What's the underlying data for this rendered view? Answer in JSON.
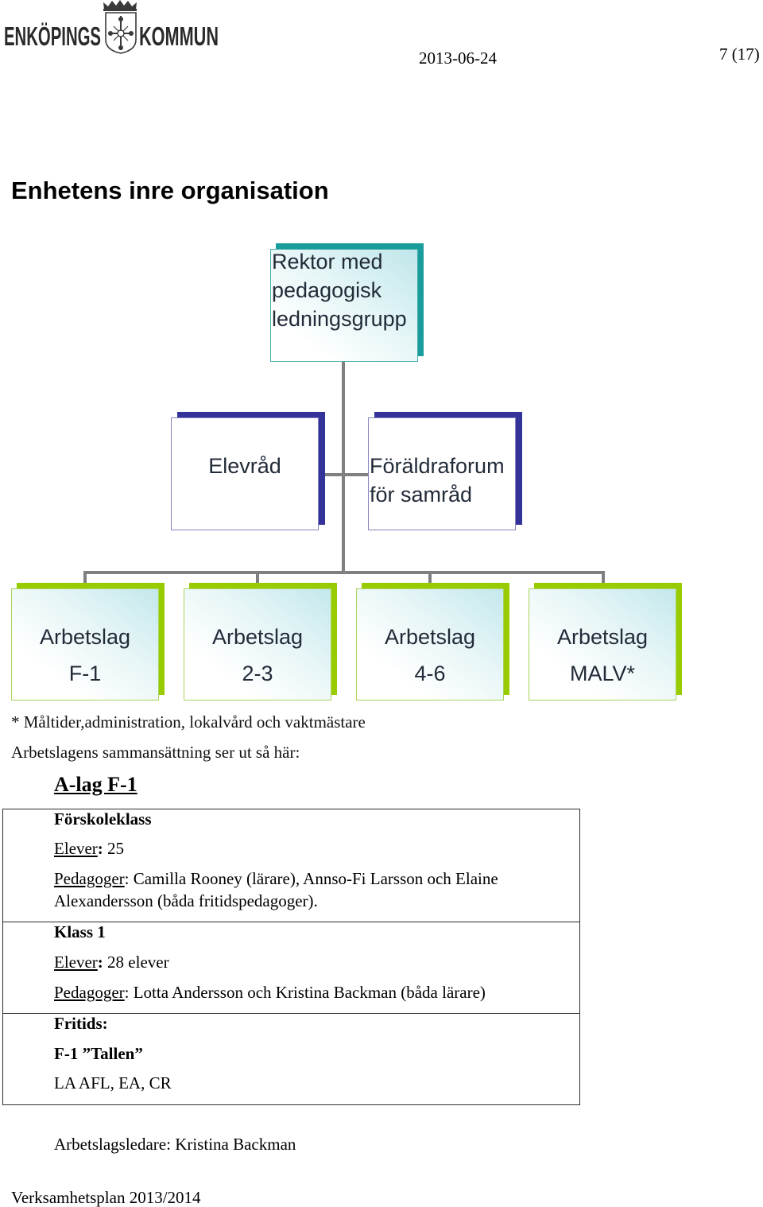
{
  "header": {
    "logo_left": "ENKÖPINGS",
    "logo_right": "KOMMUN",
    "date": "2013-06-24",
    "page": "7 (17)"
  },
  "title": "Enhetens inre organisation",
  "org_chart": {
    "top": "Rektor med pedagogisk ledningsgrupp",
    "middle": [
      "Elevråd",
      "Föräldraforum för samråd"
    ],
    "teams": [
      {
        "label": "Arbetslag",
        "code": "F-1"
      },
      {
        "label": "Arbetslag",
        "code": "2-3"
      },
      {
        "label": "Arbetslag",
        "code": "4-6"
      },
      {
        "label": "Arbetslag",
        "code": "MALV*"
      }
    ],
    "colors": {
      "top_shadow": "#1a9c9c",
      "middle_shadow": "#333399",
      "team_shadow": "#99cc00",
      "connector": "#808080"
    }
  },
  "footnote": "* Måltider,administration, lokalvård och vaktmästare",
  "intro": "Arbetslagens sammansättning ser ut så här:",
  "team_heading": "A-lag F-1",
  "label_separator": ": ",
  "groups": [
    {
      "name": "Förskoleklass",
      "pupils_label": "Elever",
      "pupils_value": "25",
      "staff_label": "Pedagoger",
      "staff_value": "Camilla Rooney (lärare), Annso-Fi Larsson och Elaine Alexandersson (båda fritidspedagoger)."
    },
    {
      "name": "Klass 1",
      "pupils_label": "Elever",
      "pupils_value": "28 elever",
      "staff_label": "Pedagoger",
      "staff_value": "Lotta Andersson och Kristina Backman (båda lärare)"
    },
    {
      "name": "Fritids:",
      "unit": "F-1 ”Tallen”",
      "staff": "LA AFL, EA, CR"
    }
  ],
  "team_leader": "Arbetslagsledare: Kristina Backman",
  "footer": "Verksamhetsplan 2013/2014"
}
